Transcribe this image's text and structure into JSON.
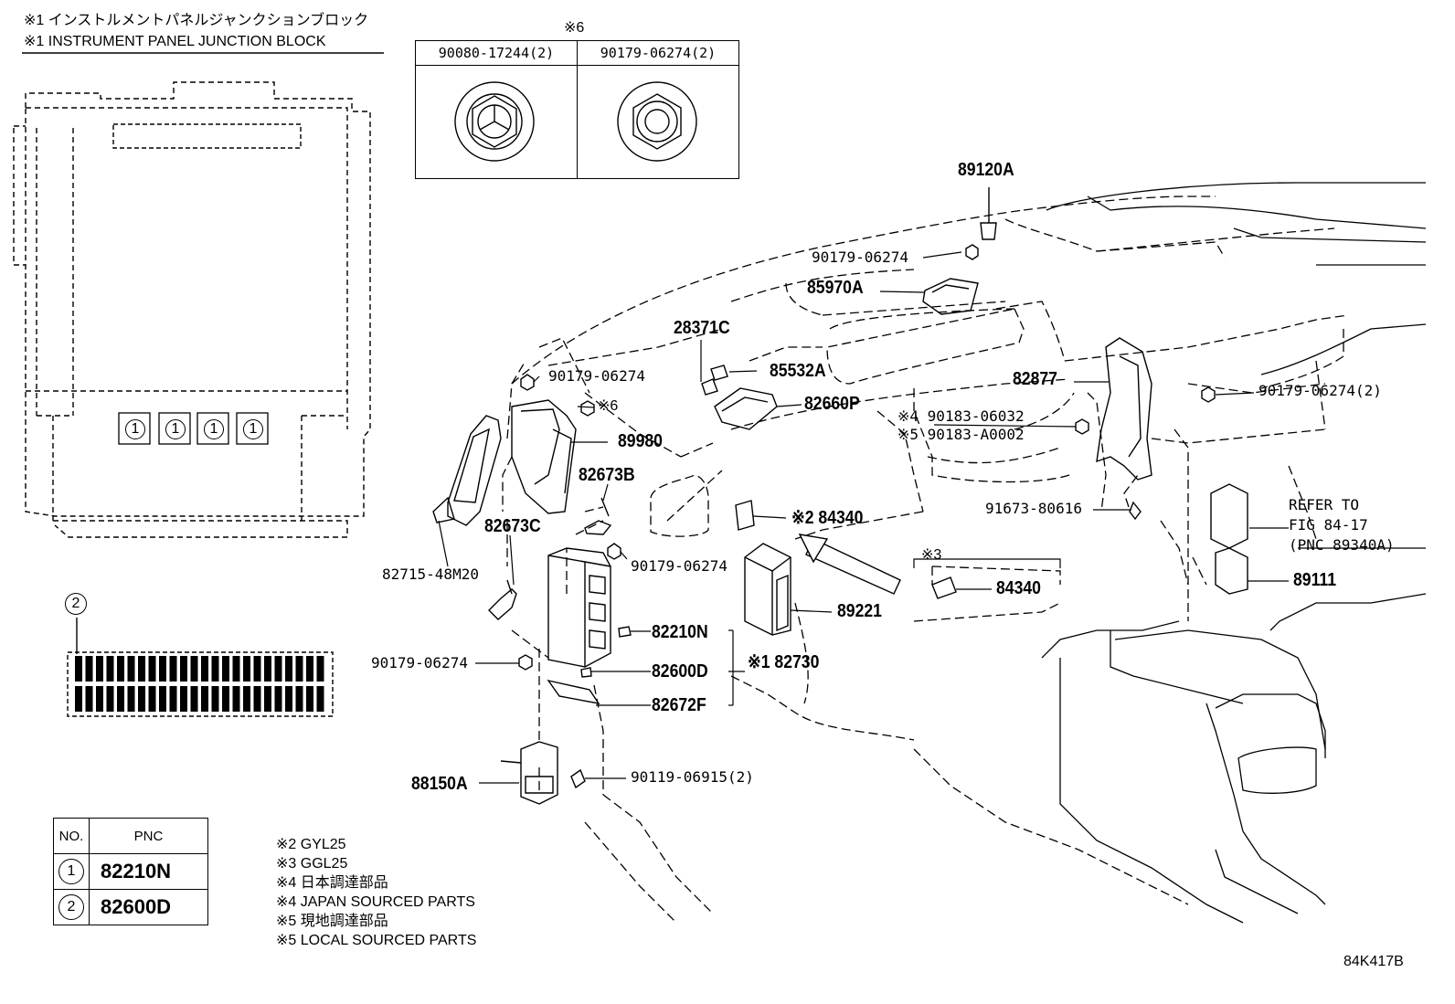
{
  "header": {
    "jp_title": "※1 インストルメントパネルジャンクションブロック",
    "en_title": "※1 INSTRUMENT PANEL JUNCTION BLOCK"
  },
  "fastener_box": {
    "ref": "※6",
    "col1": "90080-17244(2)",
    "col2": "90179-06274(2)"
  },
  "junction_block_positions": [
    "1",
    "1",
    "1",
    "1"
  ],
  "fuse_strip_ref": "2",
  "callouts": [
    {
      "id": "c-89120A",
      "text": "89120A"
    },
    {
      "id": "c-90179a",
      "text": "90179-06274"
    },
    {
      "id": "c-85970A",
      "text": "85970A"
    },
    {
      "id": "c-28371C",
      "text": "28371C"
    },
    {
      "id": "c-85532A",
      "text": "85532A"
    },
    {
      "id": "c-90179b",
      "text": "90179-06274"
    },
    {
      "id": "c-82877",
      "text": "82877"
    },
    {
      "id": "c-90179-2",
      "text": "90179-06274(2)"
    },
    {
      "id": "c-ref6",
      "text": "※6"
    },
    {
      "id": "c-82660P",
      "text": "82660P"
    },
    {
      "id": "c-90183a",
      "text": "※4 90183-06032"
    },
    {
      "id": "c-90183b",
      "text": "※5 90183-A0002"
    },
    {
      "id": "c-89980",
      "text": "89980"
    },
    {
      "id": "c-82673B",
      "text": "82673B"
    },
    {
      "id": "c-82673C",
      "text": "82673C"
    },
    {
      "id": "c-84340a",
      "text": "※2 84340"
    },
    {
      "id": "c-91673",
      "text": "91673-80616"
    },
    {
      "id": "c-refer1",
      "text": "REFER TO"
    },
    {
      "id": "c-refer2",
      "text": "FIG 84-17"
    },
    {
      "id": "c-refer3",
      "text": "(PNC 89340A)"
    },
    {
      "id": "c-89111",
      "text": "89111"
    },
    {
      "id": "c-ref3",
      "text": "※3"
    },
    {
      "id": "c-84340b",
      "text": "84340"
    },
    {
      "id": "c-82715",
      "text": "82715-48M20"
    },
    {
      "id": "c-90179c",
      "text": "90179-06274"
    },
    {
      "id": "c-89221",
      "text": "89221"
    },
    {
      "id": "c-82210N",
      "text": "82210N"
    },
    {
      "id": "c-90179d",
      "text": "90179-06274"
    },
    {
      "id": "c-82600D",
      "text": "82600D"
    },
    {
      "id": "c-82730",
      "text": "※1 82730"
    },
    {
      "id": "c-82672F",
      "text": "82672F"
    },
    {
      "id": "c-88150A",
      "text": "88150A"
    },
    {
      "id": "c-90119",
      "text": "90119-06915(2)"
    }
  ],
  "pnc_table": {
    "headers": [
      "NO.",
      "PNC"
    ],
    "rows": [
      {
        "no": "1",
        "pnc": "82210N"
      },
      {
        "no": "2",
        "pnc": "82600D"
      }
    ]
  },
  "notes": [
    "※2 GYL25",
    "※3 GGL25",
    "※4 日本調達部品",
    "※4 JAPAN SOURCED PARTS",
    "※5 現地調達部品",
    "※5 LOCAL SOURCED PARTS"
  ],
  "figure_id": "84K417B"
}
